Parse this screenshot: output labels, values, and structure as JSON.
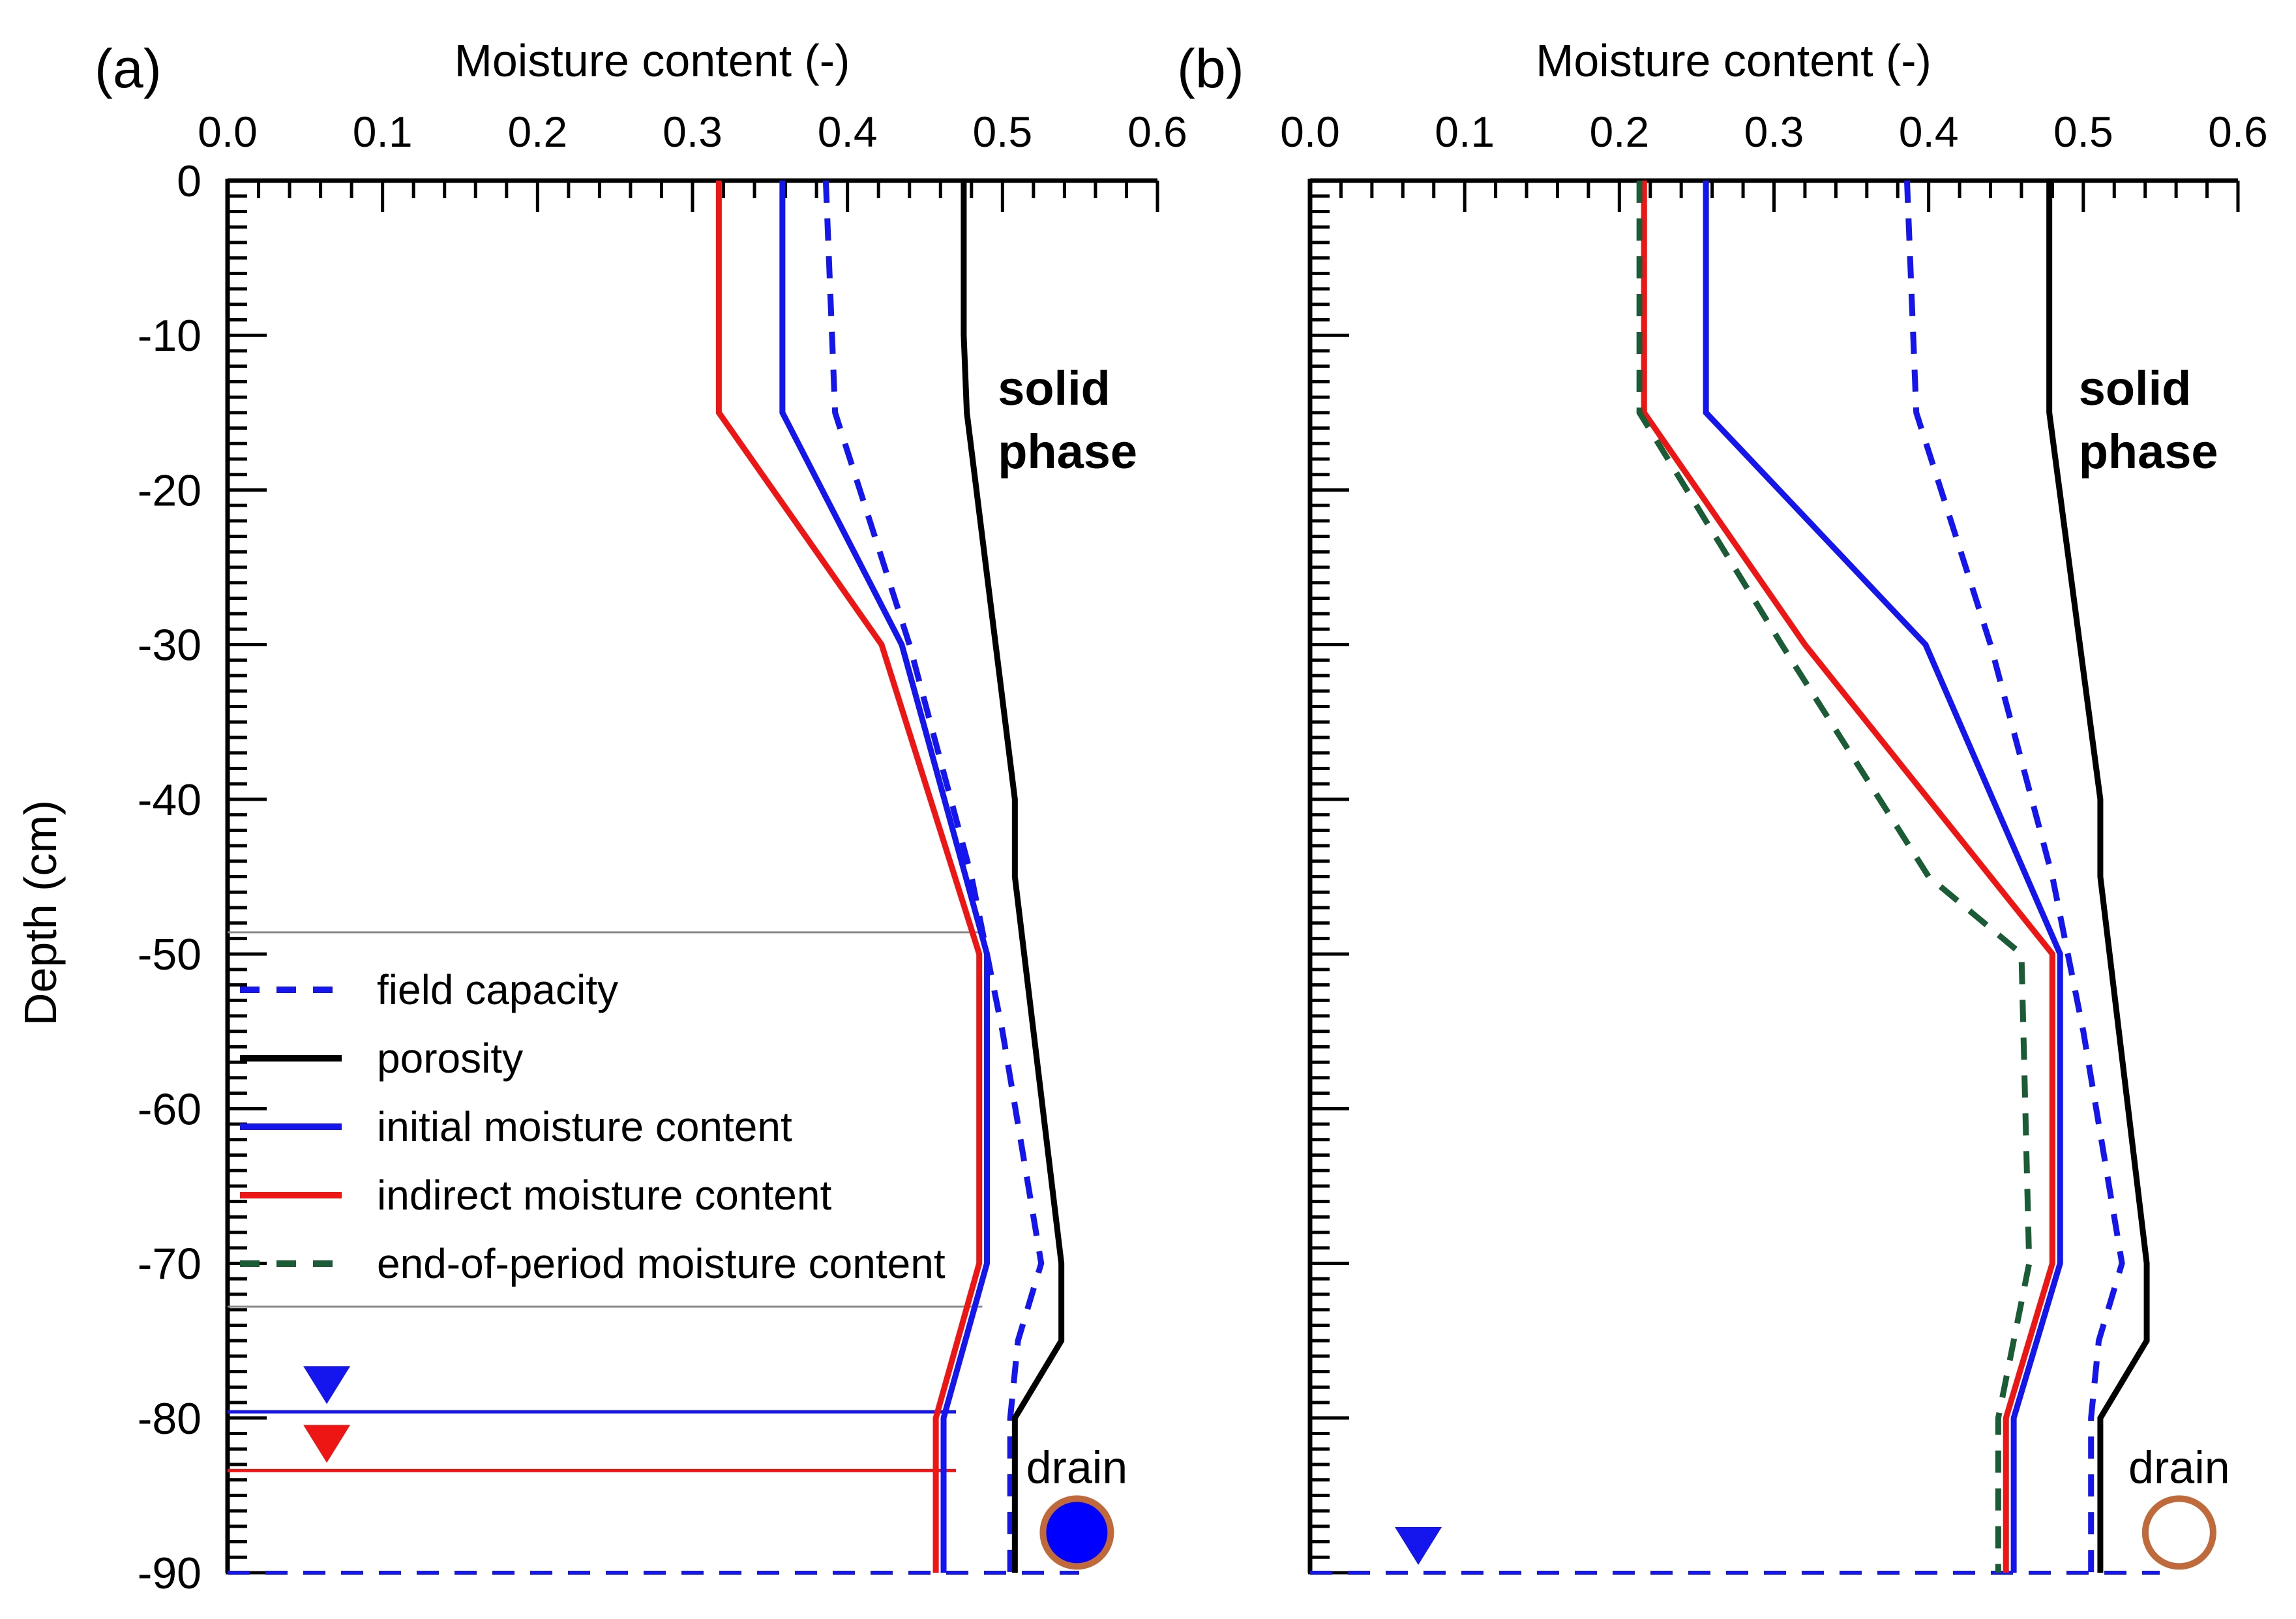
{
  "figure": {
    "legend": {
      "entries": [
        {
          "label": "field capacity",
          "color": "#1515ee",
          "style": "dashed"
        },
        {
          "label": "porosity",
          "color": "#000000",
          "style": "solid"
        },
        {
          "label": "initial moisture content",
          "color": "#1515ee",
          "style": "solid"
        },
        {
          "label": "indirect moisture content",
          "color": "#ee1515",
          "style": "solid"
        },
        {
          "label": "end-of-period moisture content",
          "color": "#1a5c36",
          "style": "dashed"
        }
      ]
    }
  },
  "chart_data": [
    {
      "type": "line",
      "panel_label": "(a)",
      "xlabel": "Moisture content (-)",
      "ylabel": "Depth (cm)",
      "xlim": [
        0,
        0.6
      ],
      "ylim": [
        -90,
        0
      ],
      "xticks": [
        "0.0",
        "0.1",
        "0.2",
        "0.3",
        "0.4",
        "0.5",
        "0.6"
      ],
      "yticks": [
        "0",
        "-10",
        "-20",
        "-30",
        "-40",
        "-50",
        "-60",
        "-70",
        "-80",
        "-90"
      ],
      "annotations": {
        "solid_phase": [
          "solid",
          "phase"
        ],
        "drain": "drain"
      },
      "drain": {
        "x": 0.548,
        "y": -87.4,
        "filled": true,
        "fill_color": "#0000ff",
        "ring_color": "#c06a3b"
      },
      "water_tables": [
        {
          "y": -79.6,
          "color": "#1515ee",
          "marker_x": 0.064
        },
        {
          "y": -83.4,
          "color": "#ee1515",
          "marker_x": 0.064
        }
      ],
      "layer_boundaries": [
        -48.6,
        -72.8
      ],
      "bottom_line": {
        "y": -90,
        "color": "#1515ee",
        "style": "dashed"
      },
      "series": [
        {
          "name": "field capacity",
          "color": "#1515ee",
          "style": "dashed",
          "x": [
            0.386,
            0.39,
            0.392,
            0.44,
            0.48,
            0.5,
            0.525,
            0.51,
            0.505,
            0.505
          ],
          "y": [
            0,
            -10,
            -15,
            -30,
            -45,
            -55,
            -70,
            -75,
            -80,
            -90
          ]
        },
        {
          "name": "porosity",
          "color": "#000000",
          "style": "solid",
          "x": [
            0.475,
            0.475,
            0.477,
            0.508,
            0.508,
            0.538,
            0.538,
            0.508,
            0.508
          ],
          "y": [
            0,
            -10,
            -15,
            -40,
            -45,
            -70,
            -75,
            -80,
            -90
          ]
        },
        {
          "name": "initial moisture content",
          "color": "#1515ee",
          "style": "solid",
          "x": [
            0.358,
            0.358,
            0.358,
            0.435,
            0.49,
            0.49,
            0.462,
            0.462
          ],
          "y": [
            0,
            -10,
            -15,
            -30,
            -50,
            -70,
            -80,
            -90
          ]
        },
        {
          "name": "indirect moisture content",
          "color": "#ee1515",
          "style": "solid",
          "x": [
            0.317,
            0.317,
            0.317,
            0.422,
            0.485,
            0.485,
            0.457,
            0.457
          ],
          "y": [
            0,
            -10,
            -15,
            -30,
            -50,
            -70,
            -80,
            -90
          ]
        }
      ]
    },
    {
      "type": "line",
      "panel_label": "(b)",
      "xlabel": "Moisture content (-)",
      "ylabel": "",
      "xlim": [
        0,
        0.6
      ],
      "ylim": [
        -90,
        0
      ],
      "xticks": [
        "0.0",
        "0.1",
        "0.2",
        "0.3",
        "0.4",
        "0.5",
        "0.6"
      ],
      "yticks": [],
      "annotations": {
        "solid_phase": [
          "solid",
          "phase"
        ],
        "drain": "drain"
      },
      "drain": {
        "x": 0.562,
        "y": -87.4,
        "filled": false,
        "fill_color": "#ffffff",
        "ring_color": "#c06a3b"
      },
      "water_tables": [
        {
          "y": -90,
          "color": "#1515ee",
          "marker_x": 0.07
        }
      ],
      "layer_boundaries": [],
      "bottom_line": {
        "y": -90,
        "color": "#1515ee",
        "style": "dashed"
      },
      "series": [
        {
          "name": "field capacity",
          "color": "#1515ee",
          "style": "dashed",
          "x": [
            0.386,
            0.39,
            0.392,
            0.44,
            0.48,
            0.5,
            0.525,
            0.51,
            0.505,
            0.505
          ],
          "y": [
            0,
            -10,
            -15,
            -30,
            -45,
            -55,
            -70,
            -75,
            -80,
            -90
          ]
        },
        {
          "name": "porosity",
          "color": "#000000",
          "style": "solid",
          "x": [
            0.478,
            0.478,
            0.478,
            0.511,
            0.511,
            0.541,
            0.541,
            0.511,
            0.511
          ],
          "y": [
            0,
            -10,
            -15,
            -40,
            -45,
            -70,
            -75,
            -80,
            -90
          ]
        },
        {
          "name": "initial moisture content",
          "color": "#1515ee",
          "style": "solid",
          "x": [
            0.256,
            0.256,
            0.256,
            0.398,
            0.485,
            0.485,
            0.455,
            0.455
          ],
          "y": [
            0,
            -10,
            -15,
            -30,
            -50,
            -70,
            -80,
            -90
          ]
        },
        {
          "name": "indirect moisture content",
          "color": "#ee1515",
          "style": "solid",
          "x": [
            0.216,
            0.216,
            0.216,
            0.32,
            0.48,
            0.48,
            0.45,
            0.45
          ],
          "y": [
            0,
            -10,
            -15,
            -30,
            -50,
            -70,
            -80,
            -90
          ]
        },
        {
          "name": "end-of-period moisture content",
          "color": "#1a5c36",
          "style": "dashed",
          "x": [
            0.213,
            0.213,
            0.213,
            0.305,
            0.4,
            0.46,
            0.465,
            0.445,
            0.445
          ],
          "y": [
            0,
            -10,
            -15,
            -30,
            -45,
            -50,
            -70,
            -80,
            -90
          ]
        }
      ]
    }
  ]
}
